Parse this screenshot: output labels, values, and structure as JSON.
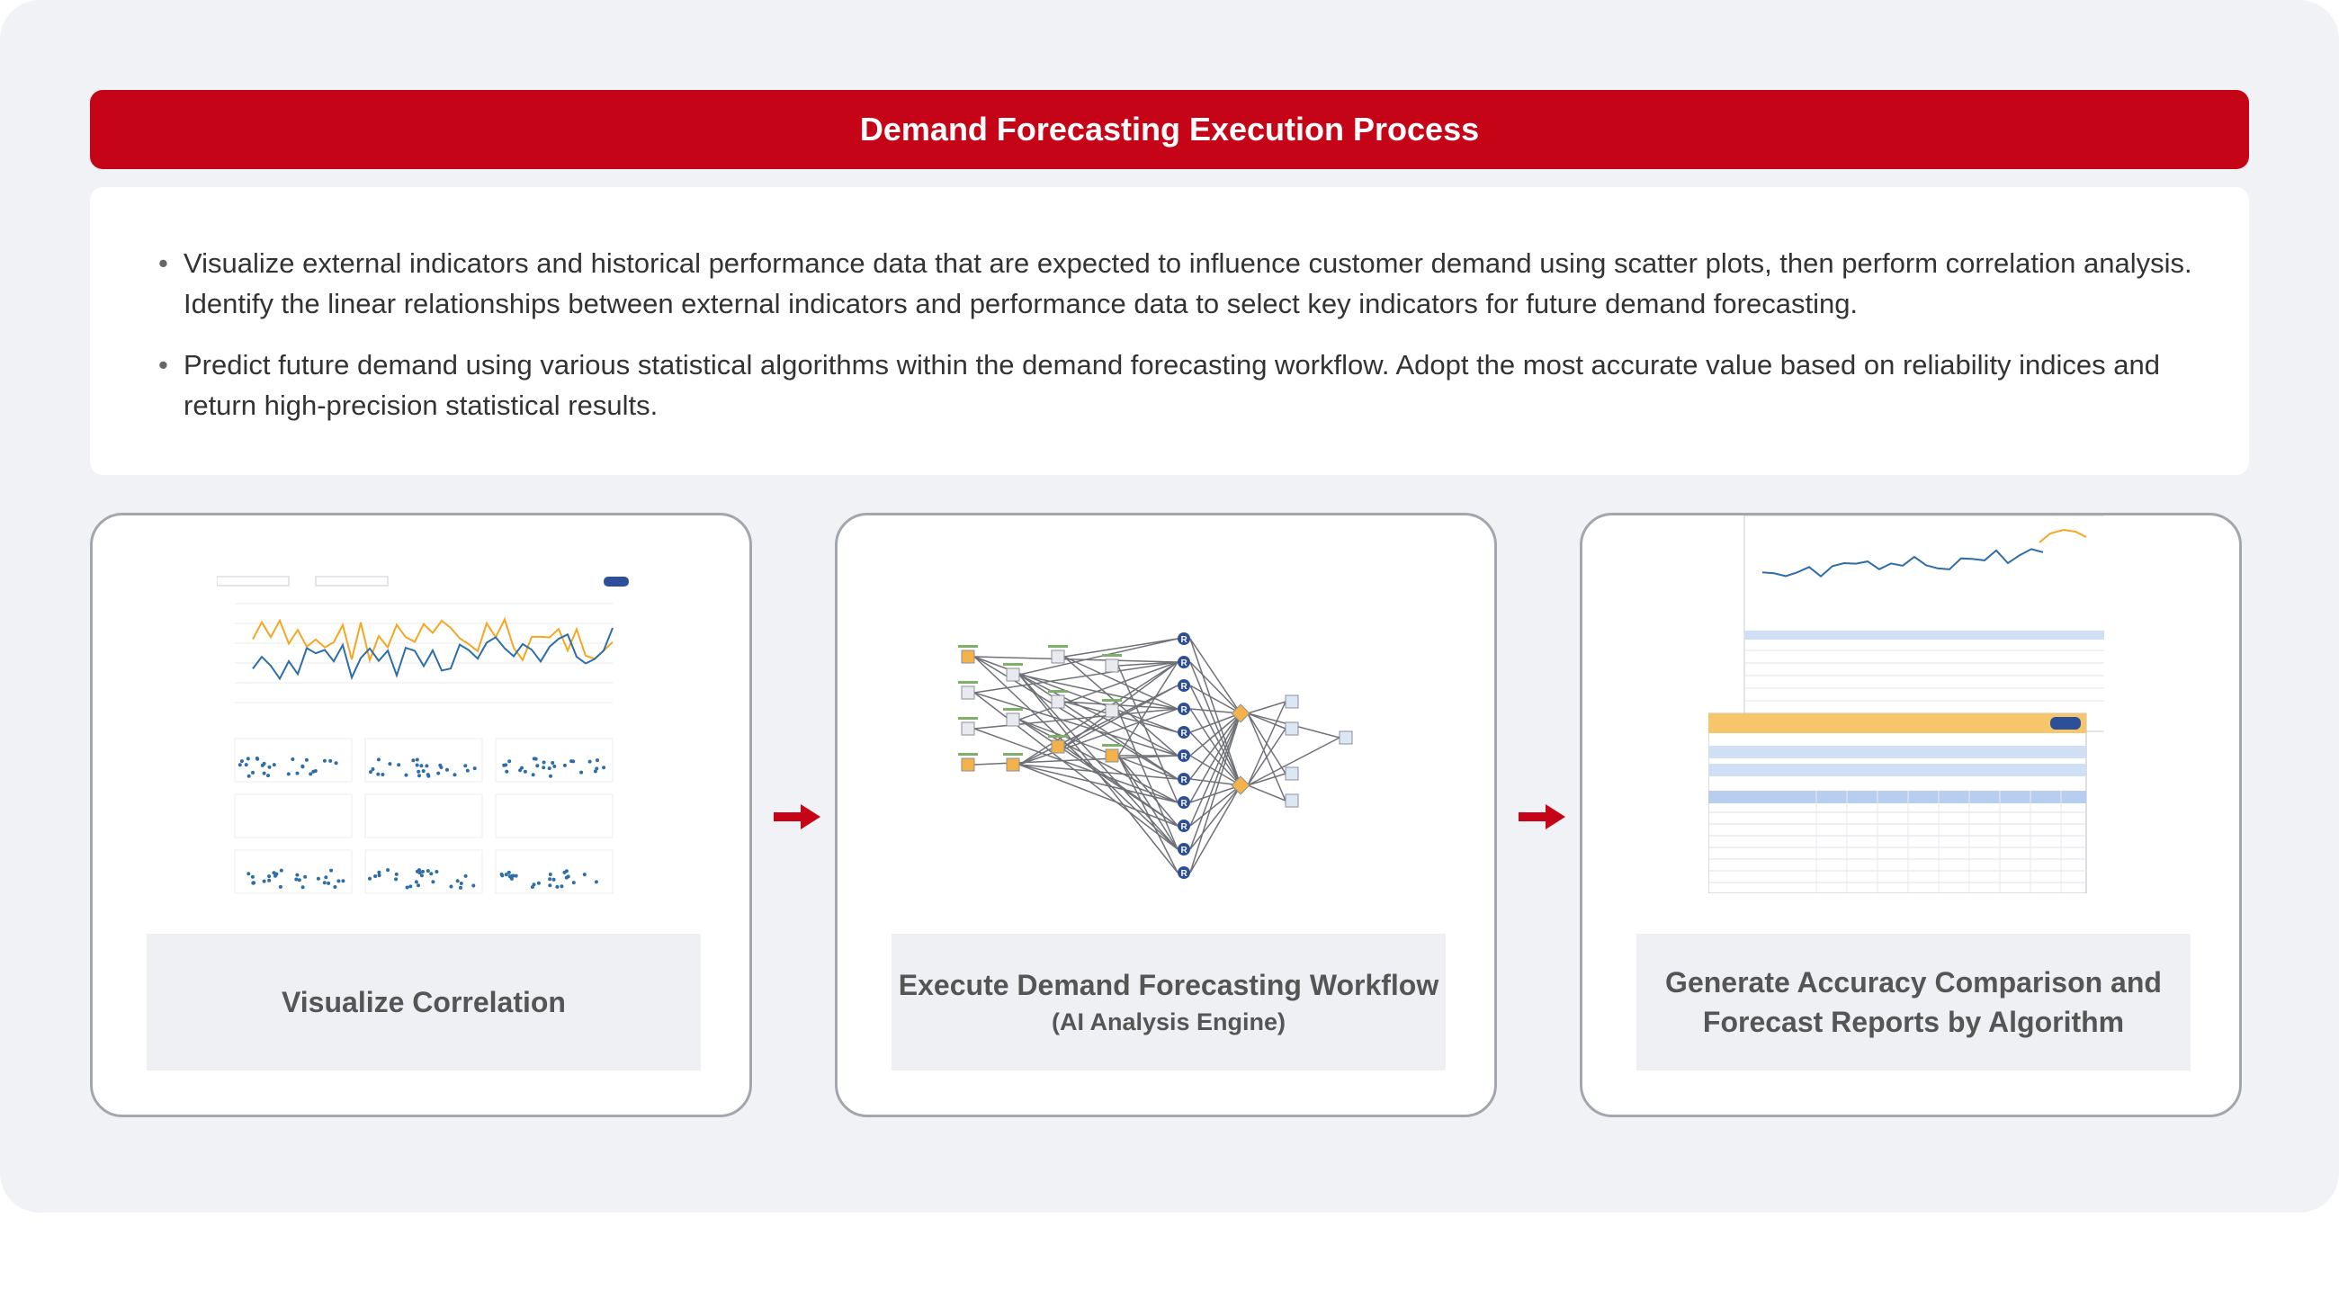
{
  "banner": {
    "title": "Demand Forecasting Execution Process"
  },
  "description": {
    "bullets": [
      "Visualize external indicators and historical performance data that are expected to influence customer demand using scatter plots, then perform correlation analysis. Identify the linear relationships between external indicators and performance data to select key indicators for future demand forecasting.",
      "Predict future demand using various statistical algorithms within the demand forecasting workflow. Adopt the most accurate value based on reliability indices and return high-precision statistical results."
    ]
  },
  "steps": [
    {
      "title": "Visualize Correlation",
      "subtitle": "",
      "thumbnail": "correlation-charts-screenshot"
    },
    {
      "title": "Execute Demand Forecasting Workflow",
      "subtitle": "(AI Analysis Engine)",
      "thumbnail": "workflow-diagram-screenshot"
    },
    {
      "title": "Generate Accuracy Comparison and Forecast Reports by Algorithm",
      "subtitle": "",
      "thumbnail": "report-table-screenshot"
    }
  ],
  "colors": {
    "accent": "#c50418",
    "background": "#f1f2f5",
    "card_border": "#a3a6ad",
    "caption_bg": "#eef0f3",
    "chart_orange": "#f5a623",
    "chart_blue": "#2d6da8"
  }
}
